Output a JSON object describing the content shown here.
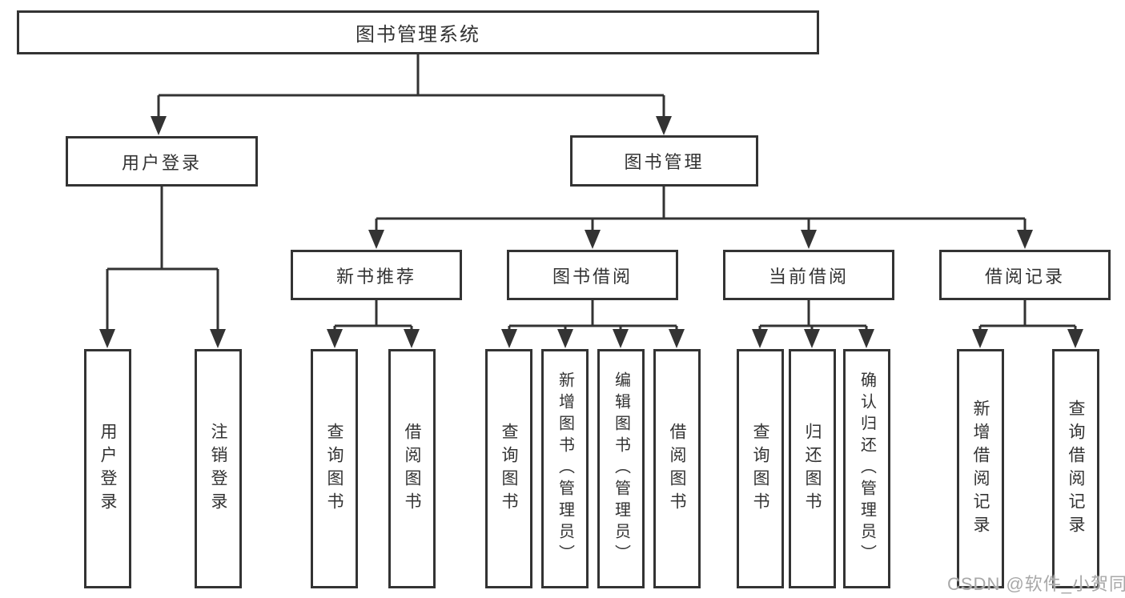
{
  "tree": {
    "root": "图书管理系统",
    "branches": [
      {
        "label": "用户登录",
        "leaves": [
          "用户登录",
          "注销登录"
        ]
      },
      {
        "label": "图书管理",
        "groups": [
          {
            "label": "新书推荐",
            "leaves": [
              "查询图书",
              "借阅图书"
            ]
          },
          {
            "label": "图书借阅",
            "leaves": [
              "查询图书",
              "新增图书（管理员）",
              "编辑图书（管理员）",
              "借阅图书"
            ]
          },
          {
            "label": "当前借阅",
            "leaves": [
              "查询图书",
              "归还图书",
              "确认归还（管理员）"
            ]
          },
          {
            "label": "借阅记录",
            "leaves": [
              "新增借阅记录",
              "查询借阅记录"
            ]
          }
        ]
      }
    ]
  },
  "watermark": "CSDN @软件_小贺同学",
  "colors": {
    "line": "#333333",
    "text": "#333333",
    "watermark": "#a8a8a8",
    "background": "#ffffff"
  }
}
